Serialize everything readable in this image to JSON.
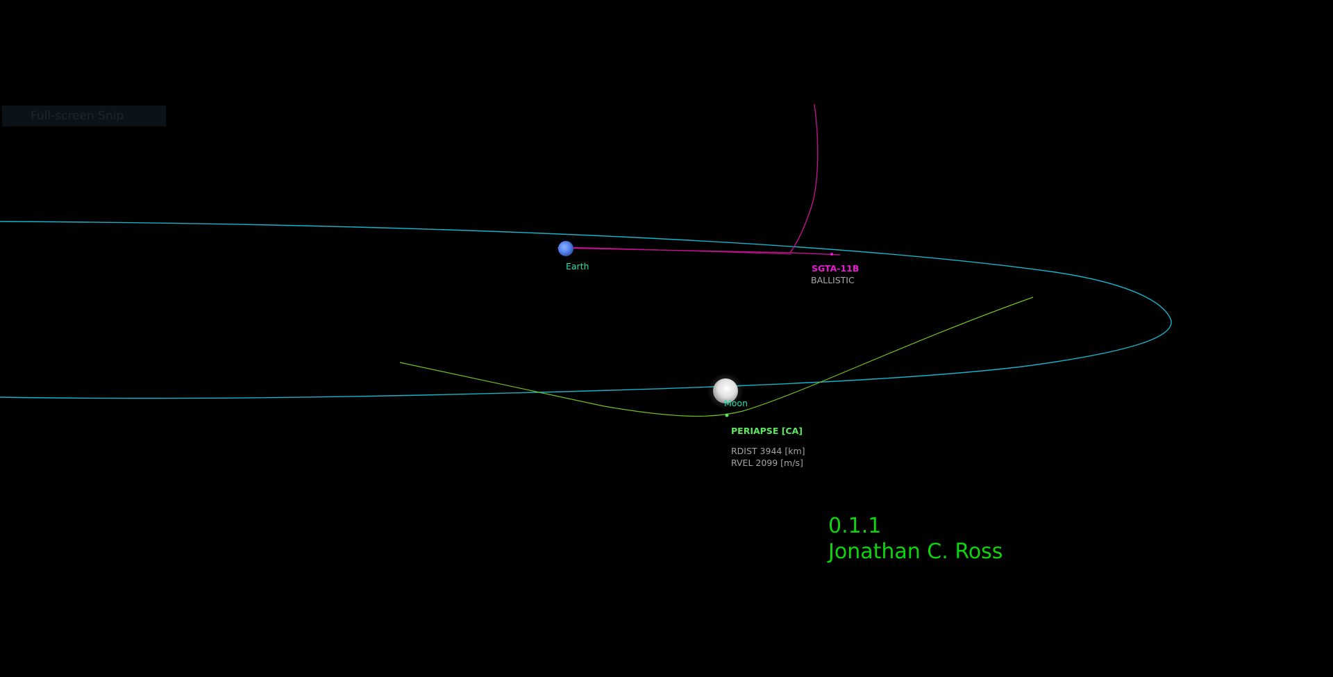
{
  "overlay": {
    "snip_label": "Full-screen Snip"
  },
  "bodies": {
    "earth": {
      "label": "Earth"
    },
    "moon": {
      "label": "Moon"
    }
  },
  "spacecraft": {
    "name": "SGTA-11B",
    "mode": "BALLISTIC"
  },
  "periapse": {
    "title": "PERIAPSE [CA]",
    "rdist": "RDIST 3944 [km]",
    "rvel": "RVEL 2099 [m/s]"
  },
  "credits": {
    "version": "0.1.1",
    "author": "Jonathan C. Ross"
  },
  "colors": {
    "background": "#000000",
    "moon_orbit": "#17b3c9",
    "spacecraft_trajectory": "#c0138f",
    "moon_relative_trajectory": "#74c21e",
    "body_label": "#27e0a8",
    "spacecraft_label": "#e81ad2",
    "periapse_label": "#5ee85e",
    "credits": "#0ed40e"
  }
}
